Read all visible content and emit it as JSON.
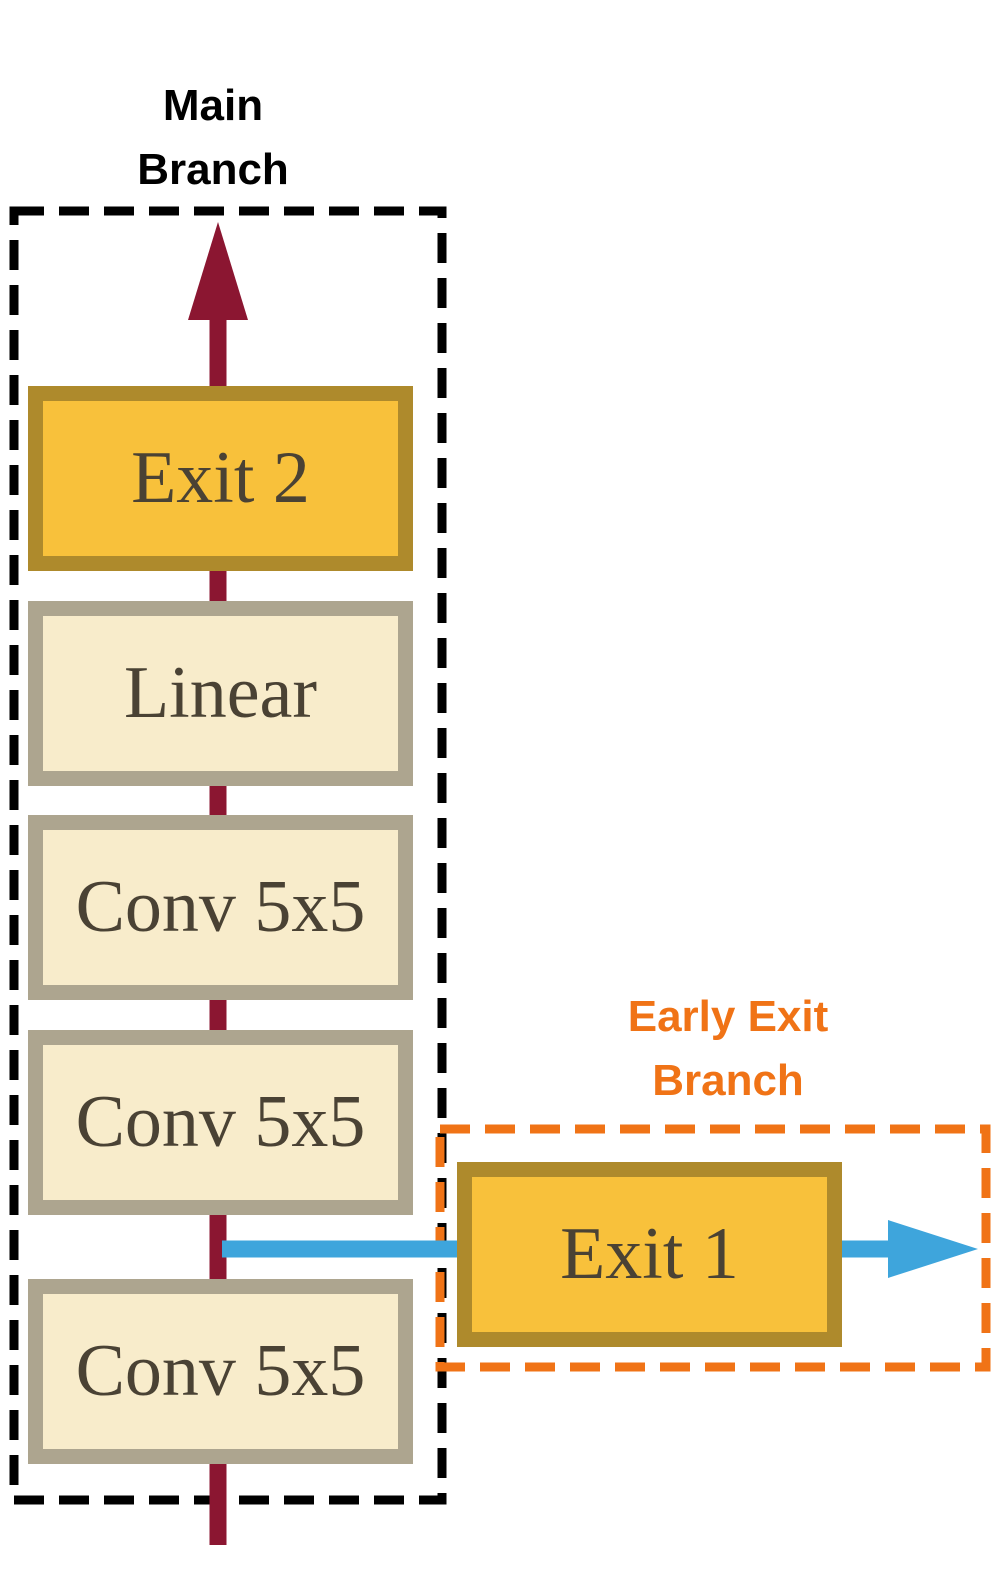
{
  "main_branch": {
    "title_line1": "Main",
    "title_line2": "Branch",
    "layers": {
      "exit2": "Exit 2",
      "linear": "Linear",
      "conv3": "Conv 5x5",
      "conv2": "Conv 5x5",
      "conv1": "Conv 5x5"
    },
    "border_color": "#000000",
    "flow_color": "#8b1631"
  },
  "early_exit_branch": {
    "title_line1": "Early Exit",
    "title_line2": "Branch",
    "layers": {
      "exit1": "Exit 1"
    },
    "border_color": "#f07316",
    "flow_color": "#3ea5dc"
  },
  "colors": {
    "plain_layer_fill": "#f8eccb",
    "plain_layer_border": "#ada58f",
    "exit_layer_fill": "#f8c13b",
    "exit_layer_border": "#ae8a2c",
    "layer_text": "#4a4234"
  }
}
